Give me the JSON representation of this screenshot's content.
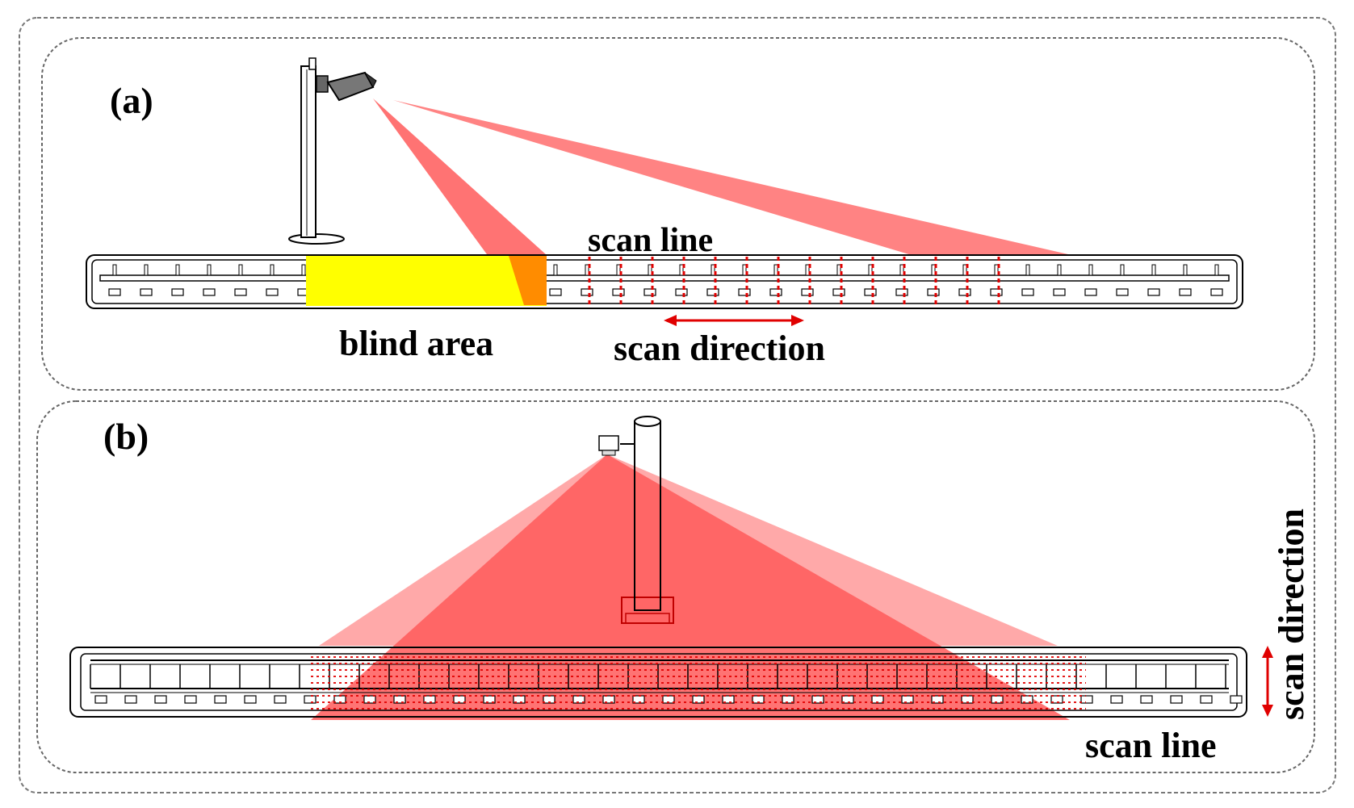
{
  "panel_a": {
    "label": "(a)",
    "scan_line": "scan line",
    "blind_area": "blind area",
    "scan_direction": "scan direction"
  },
  "panel_b": {
    "label": "(b)",
    "scan_line": "scan line",
    "scan_direction": "scan direction"
  },
  "colors": {
    "beam": "#ff5a5a",
    "beam_light": "#ff9a9a",
    "blind": "#ffff00",
    "overlap": "#ff8000",
    "scan_red": "#e00000",
    "border": "#555555"
  }
}
